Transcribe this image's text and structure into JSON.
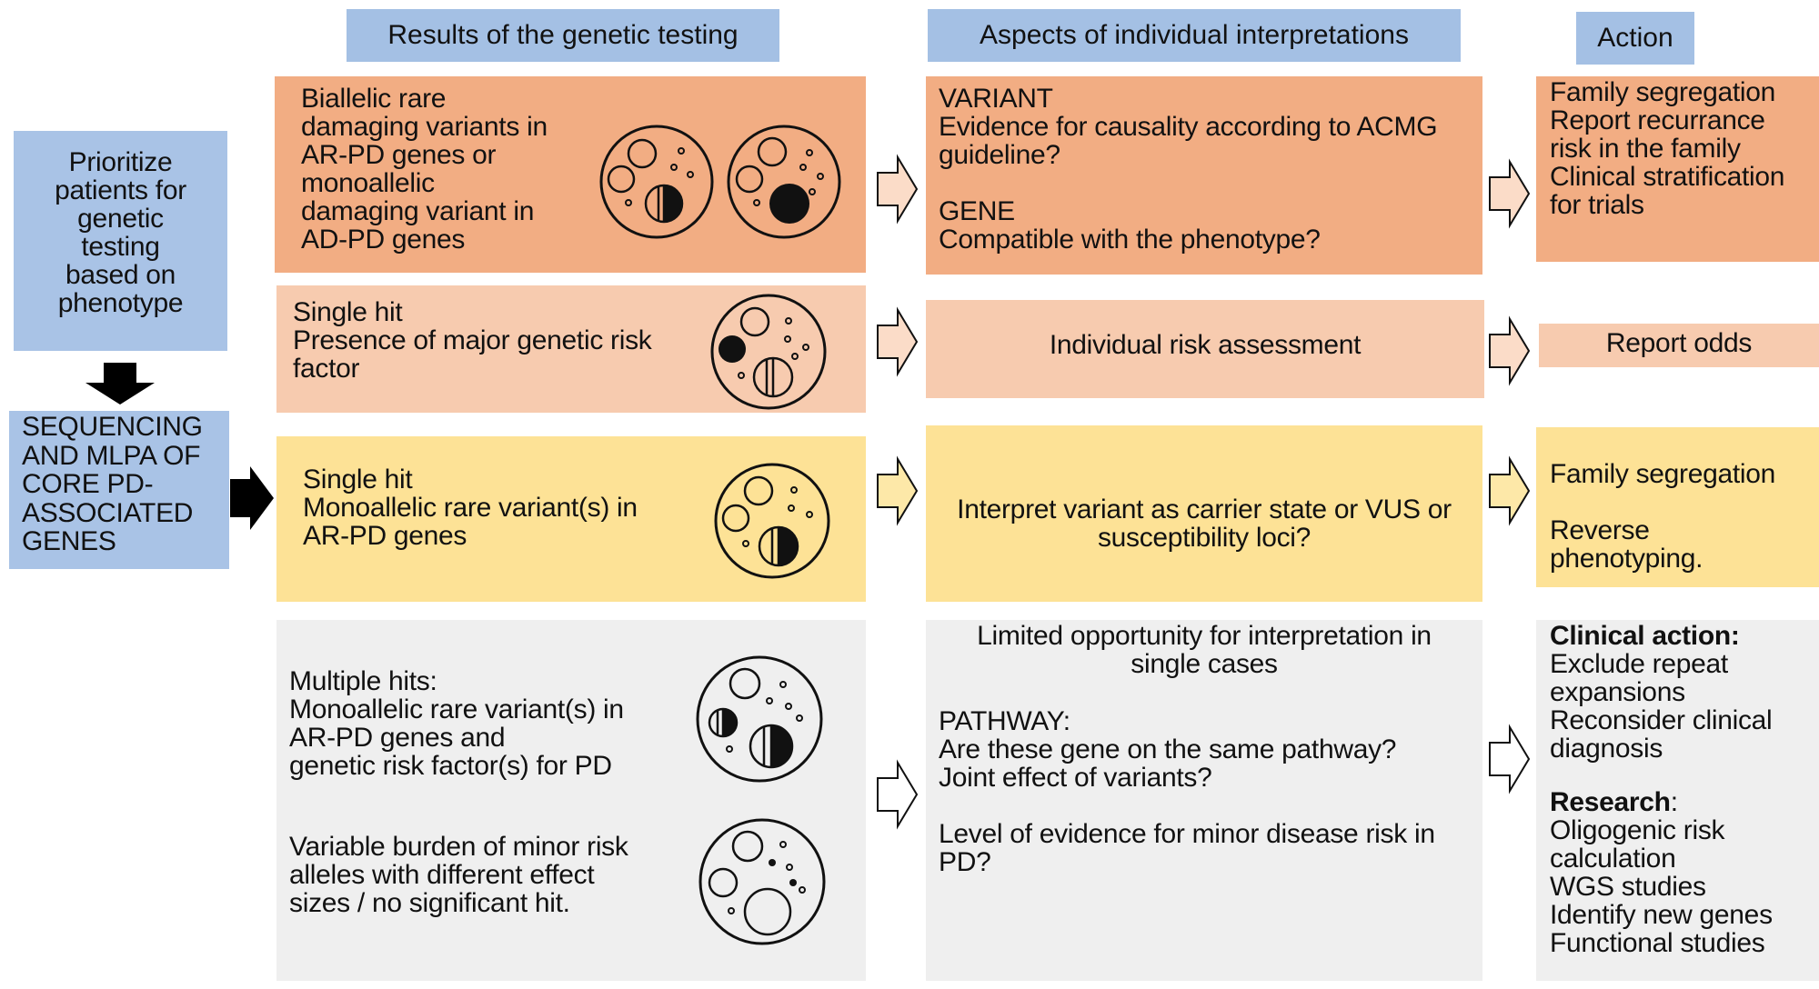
{
  "headers": {
    "results": "Results of the genetic testing",
    "aspects": "Aspects of individual interpretations",
    "action": "Action"
  },
  "left": {
    "prioritize": [
      "Prioritize",
      "patients for",
      "genetic",
      "testing",
      "based on",
      "phenotype"
    ],
    "sequencing": [
      "SEQUENCING",
      "AND MLPA OF",
      "CORE PD-",
      "ASSOCIATED",
      "GENES"
    ]
  },
  "rows": [
    {
      "result": [
        "Biallelic rare",
        "damaging variants in",
        "AR-PD genes or",
        "monoallelic",
        "damaging variant in",
        "AD-PD genes"
      ],
      "aspect": [
        "VARIANT",
        "Evidence for causality according to ACMG",
        "guideline?",
        "",
        "GENE",
        "Compatible with the phenotype?"
      ],
      "action": [
        "Family segregation",
        "Report recurrance",
        "risk in the family",
        "Clinical stratification",
        "for trials"
      ]
    },
    {
      "result": [
        "Single hit",
        "Presence of major genetic risk",
        "factor"
      ],
      "aspect": [
        "Individual  risk assessment"
      ],
      "action": [
        "Report odds"
      ]
    },
    {
      "result": [
        "Single hit",
        "Monoallelic rare variant(s) in",
        "AR-PD genes"
      ],
      "aspect": [
        "Interpret variant as carrier state or VUS or",
        "susceptibility loci?"
      ],
      "action": [
        "Family segregation",
        "",
        "Reverse",
        "phenotyping."
      ]
    },
    {
      "result_a": [
        "Multiple hits:",
        "Monoallelic rare variant(s) in",
        "AR-PD genes and",
        "genetic risk factor(s) for PD"
      ],
      "result_b": [
        "Variable burden of minor risk",
        "alleles with different effect",
        "sizes / no significant hit."
      ],
      "aspect_intro": [
        "Limited opportunity for interpretation in",
        "single cases"
      ],
      "aspect": [
        "PATHWAY:",
        "Are these gene on the same pathway?",
        "Joint effect of variants?",
        "",
        "Level of evidence for minor disease risk in",
        "PD?"
      ],
      "clinical_title": "Clinical action:",
      "clinical_items": [
        "Exclude repeat",
        "expansions",
        "Reconsider clinical",
        "diagnosis"
      ],
      "research_title": "Research",
      "research_colon": ":",
      "research_items": [
        "Oligogenic risk",
        "calculation",
        "WGS studies",
        "Identify new genes",
        "Functional studies"
      ]
    }
  ],
  "colors": {
    "header_blue": "#a4c0e4",
    "left_blue": "#a9c3e6",
    "row1": "#f2ad83",
    "row2": "#f7cbaf",
    "row3": "#fde296",
    "row4": "#efefef"
  }
}
